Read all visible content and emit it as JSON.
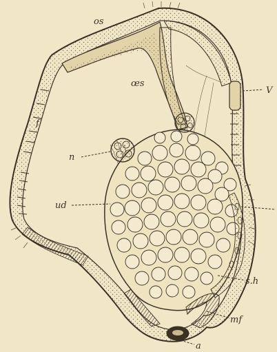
{
  "figure": {
    "labels": {
      "os": "os",
      "oes": "œs",
      "v": "V",
      "f": "f",
      "n": "n",
      "ud": "ud",
      "sh": "s.h",
      "mf": "mf",
      "a": "a"
    },
    "colors": {
      "paper": "#f1e7c8",
      "ink": "#3a3026",
      "tissue": "#e3d3a8",
      "cell_fill": "#efe3c0"
    }
  }
}
